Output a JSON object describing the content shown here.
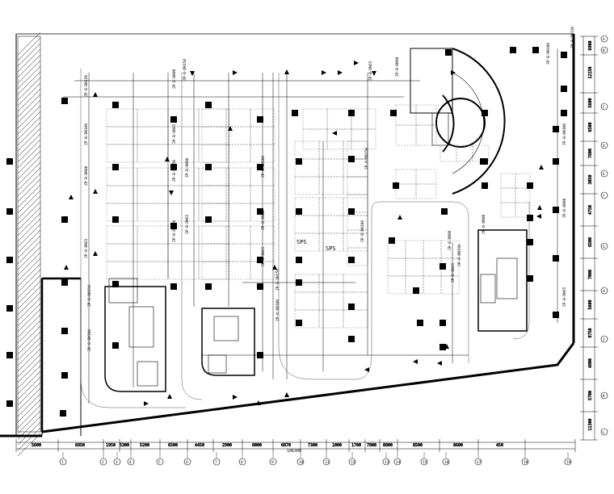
{
  "drawing": {
    "overall_dimension": "106300",
    "bottom_dimensions": [
      "5600",
      "6950",
      "1950",
      "5300",
      "5200",
      "6500",
      "4450",
      "2900",
      "8000",
      "6870",
      "7300",
      "1000",
      "1700",
      "7800",
      "8800",
      "8500",
      "8600",
      "450"
    ],
    "right_dimensions": [
      "6900",
      "12150",
      "5600",
      "6500",
      "7600",
      "3050",
      "4750",
      "6500",
      "7000",
      "5600",
      "8750",
      "4800",
      "5700",
      "11300"
    ],
    "room_labels": [
      "SPS",
      "SPS"
    ],
    "grid_axes_bottom": [
      "1",
      "2",
      "3",
      "4",
      "5",
      "6",
      "7",
      "8",
      "9",
      "10",
      "11",
      "12",
      "13",
      "14",
      "15",
      "16",
      "17",
      "18",
      "19"
    ],
    "grid_axes_right": [
      "A",
      "B",
      "C",
      "D",
      "E",
      "F",
      "G",
      "H",
      "J",
      "K",
      "L"
    ],
    "pipe_tags": [
      "ZP-B-DN150",
      "ZP-B-DN100",
      "ZP-B-DN80",
      "ZP-B-DN65"
    ]
  },
  "colors": {
    "line": "#000000",
    "dash": "#555555",
    "hatch": "#000000",
    "background": "#ffffff"
  }
}
